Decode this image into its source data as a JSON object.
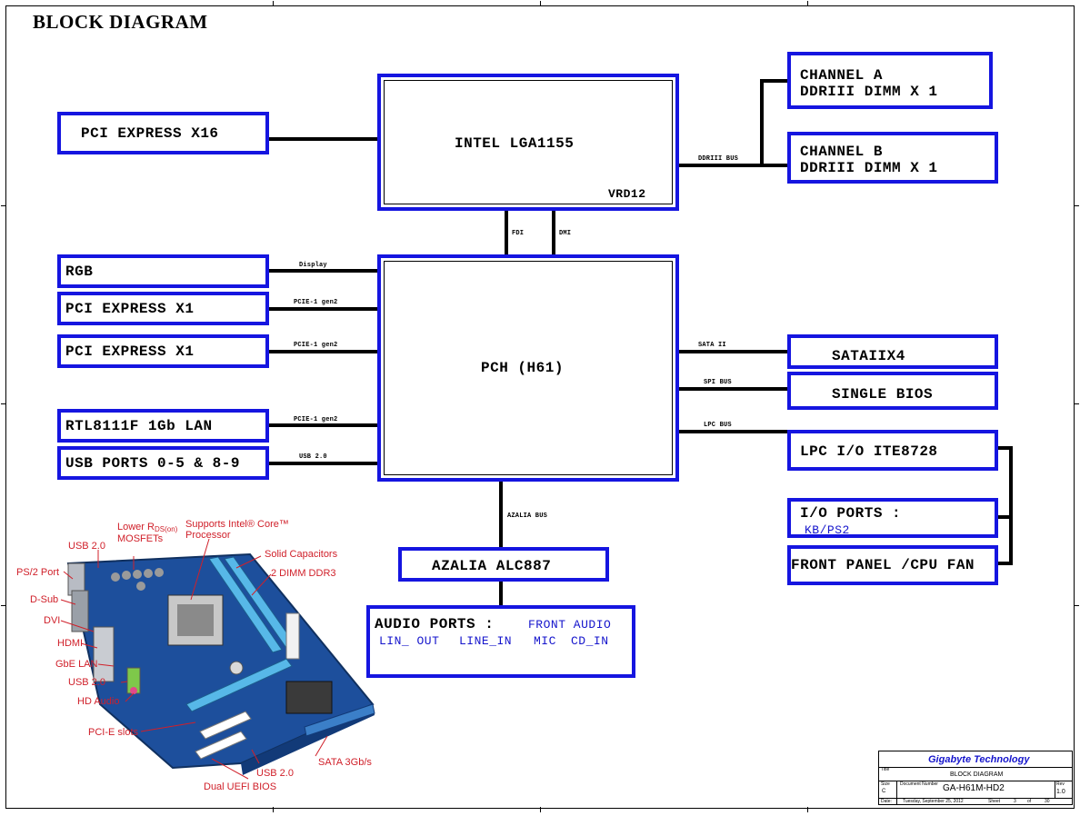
{
  "title": "BLOCK DIAGRAM",
  "blocks": {
    "cpu": {
      "label": "INTEL LGA1155",
      "sub": "VRD12"
    },
    "pch": {
      "label": "PCH (H61)"
    },
    "pcie_x16": "PCI EXPRESS X16",
    "channel_a_1": "CHANNEL A",
    "channel_a_2": "DDRIII  DIMM X 1",
    "channel_b_1": "CHANNEL B",
    "channel_b_2": "DDRIII DIMM X 1",
    "rgb": "RGB",
    "pcie_x1_a": "PCI EXPRESS X1",
    "pcie_x1_b": "PCI EXPRESS X1",
    "lan": "RTL8111F 1Gb LAN",
    "usb": "USB PORTS 0-5 & 8-9",
    "sata": "SATAIIX4",
    "bios": "SINGLE BIOS",
    "lpc_io": "LPC I/O ITE8728",
    "io_ports": "I/O PORTS :",
    "io_ports_sub": "KB/PS2",
    "front_panel": "FRONT PANEL /CPU FAN",
    "azalia": "AZALIA ALC887",
    "audio_ports": "AUDIO PORTS :",
    "audio_front": "FRONT AUDIO",
    "audio_items": [
      "LIN_ OUT",
      "LINE_IN",
      "MIC",
      "CD_IN"
    ]
  },
  "buses": {
    "ddr": "DDRIII BUS",
    "fdi": "FDI",
    "dmi": "DMI",
    "display": "Display",
    "pcie1": "PCIE-1 gen2",
    "pcie2": "PCIE-1 gen2",
    "pcie3": "PCIE-1 gen2",
    "usb": "USB 2.0",
    "sata": "SATA II",
    "spi": "SPI BUS",
    "lpc": "LPC BUS",
    "azalia": "AZALIA BUS"
  },
  "photo_callouts": {
    "usb_top": "USB 2.0",
    "lower_rds_1": "Lower R",
    "lower_rds_sub": "DS(on)",
    "lower_rds_2": "MOSFETs",
    "supports_1": "Supports Intel® Core™",
    "supports_2": "Processor",
    "solid_caps": "Solid Capacitors",
    "dimm": "2 DIMM DDR3",
    "ps2": "PS/2 Port",
    "dsub": "D-Sub",
    "dvi": "DVI",
    "hdmi": "HDMI",
    "gbe": "GbE LAN",
    "usb_mid": "USB 2.0",
    "hd_audio": "HD Audio",
    "pcie_slots": "PCI-E slots",
    "usb_bottom": "USB 2.0",
    "sata3": "SATA 3Gb/s",
    "dual_bios": "Dual UEFI BIOS"
  },
  "title_block": {
    "company": "Gigabyte Technology",
    "title_label": "Title",
    "title": "BLOCK DIAGRAM",
    "size_label": "Size",
    "size": "C",
    "docnum_label": "Document Number",
    "docnum": "GA-H61M-HD2",
    "rev_label": "Rev",
    "rev": "1.0",
    "date_label": "Date:",
    "date": "Tuesday, September 25, 2012",
    "sheet_label": "Sheet",
    "sheet": "3",
    "of_label": "of",
    "of": "30"
  },
  "colors": {
    "box_border": "#1515e0",
    "callout": "#d0202a",
    "company": "#1515cc"
  }
}
